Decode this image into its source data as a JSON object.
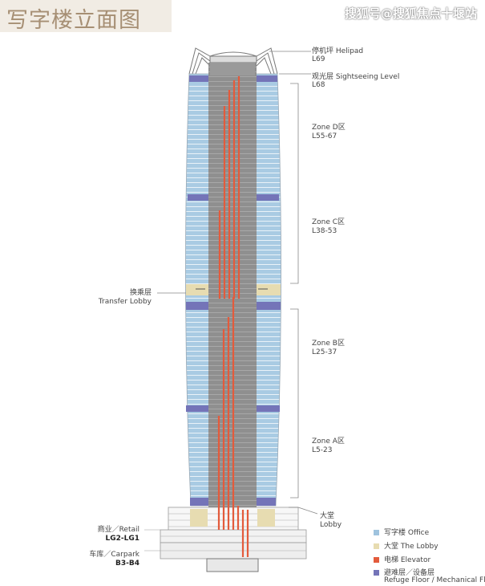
{
  "title": "写字楼立面图",
  "watermark": "搜狐号@搜狐焦点十堰站",
  "labels_right": {
    "helipad": "停机坪 Helipad",
    "helipad_level": "L69",
    "sightseeing": "观光层 Sightseeing Level",
    "sightseeing_level": "L68",
    "zone_d": "Zone D区",
    "zone_d_levels": "L55-67",
    "zone_c": "Zone C区",
    "zone_c_levels": "L38-53",
    "zone_b": "Zone B区",
    "zone_b_levels": "L25-37",
    "zone_a": "Zone A区",
    "zone_a_levels": "L5-23",
    "lobby_cn": "大堂",
    "lobby_en": "Lobby"
  },
  "labels_left": {
    "transfer_cn": "换乘层",
    "transfer_en": "Transfer Lobby",
    "retail": "商业／Retail",
    "retail_levels": "LG2-LG1",
    "carpark": "车库／Carpark",
    "carpark_levels": "B3-B4"
  },
  "legend": [
    {
      "label": "写字楼  Office",
      "color": "#9fc3de"
    },
    {
      "label": "大堂  The Lobby",
      "color": "#e7dcb1"
    },
    {
      "label": "电梯  Elevator",
      "color": "#e35b3c"
    },
    {
      "label": "避难层／设备层",
      "color": "#7474b8"
    },
    {
      "label": "Refuge Floor / Mechanical Floor",
      "color": ""
    }
  ],
  "colors": {
    "office": "#9fc3de",
    "lobby": "#e7dcb1",
    "elevator": "#e35b3c",
    "refuge": "#7474b8",
    "core": "#8e8e8e"
  }
}
